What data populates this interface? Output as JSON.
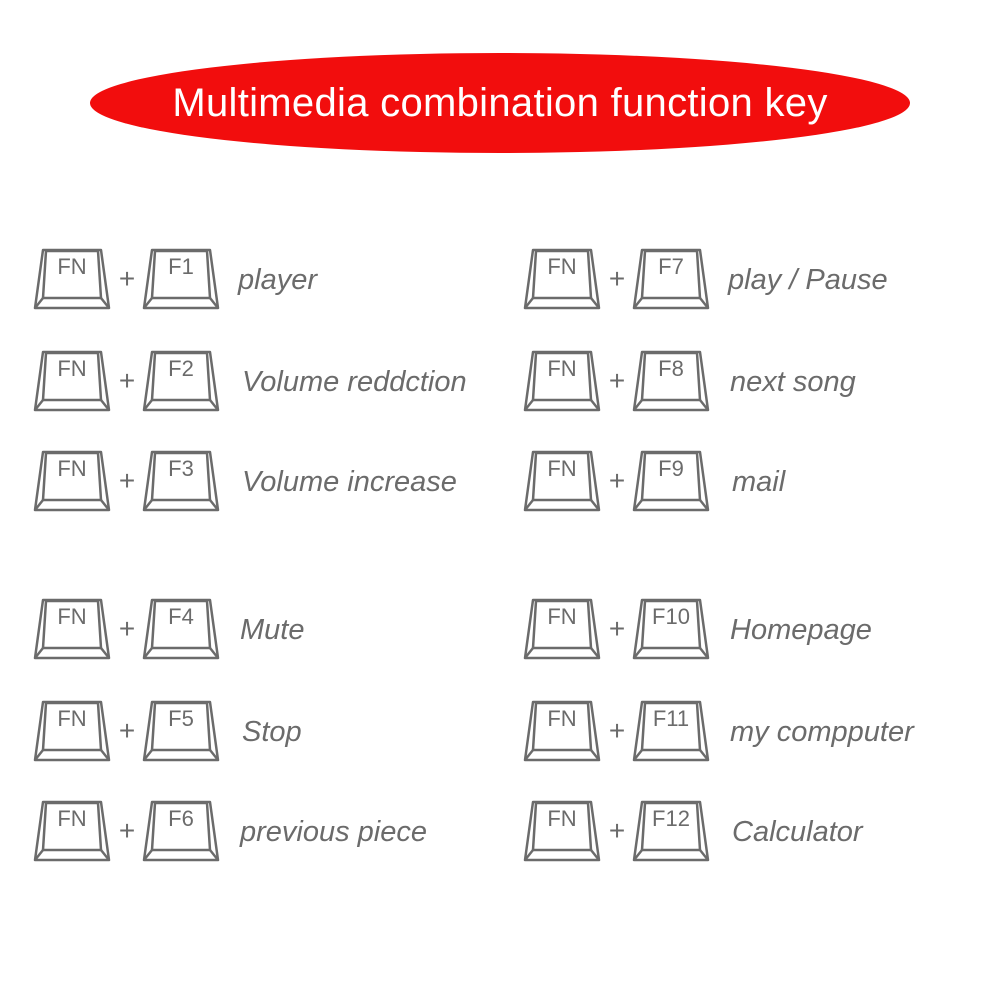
{
  "title": "Multimedia combination function key",
  "plus_symbol": "+",
  "fn_label": "FN",
  "colors": {
    "banner": "#f20d0d",
    "banner_text": "#ffffff",
    "key_stroke": "#6b6b6b",
    "text": "#6b6b6b"
  },
  "combos": [
    {
      "key": "F1",
      "function": "player"
    },
    {
      "key": "F2",
      "function": "Volume reddction"
    },
    {
      "key": "F3",
      "function": "Volume increase"
    },
    {
      "key": "F4",
      "function": "Mute"
    },
    {
      "key": "F5",
      "function": "Stop"
    },
    {
      "key": "F6",
      "function": "previous piece"
    },
    {
      "key": "F7",
      "function": "play / Pause"
    },
    {
      "key": "F8",
      "function": "next song"
    },
    {
      "key": "F9",
      "function": "mail"
    },
    {
      "key": "F10",
      "function": "Homepage"
    },
    {
      "key": "F11",
      "function": "my compputer"
    },
    {
      "key": "F12",
      "function": "Calculator"
    }
  ]
}
